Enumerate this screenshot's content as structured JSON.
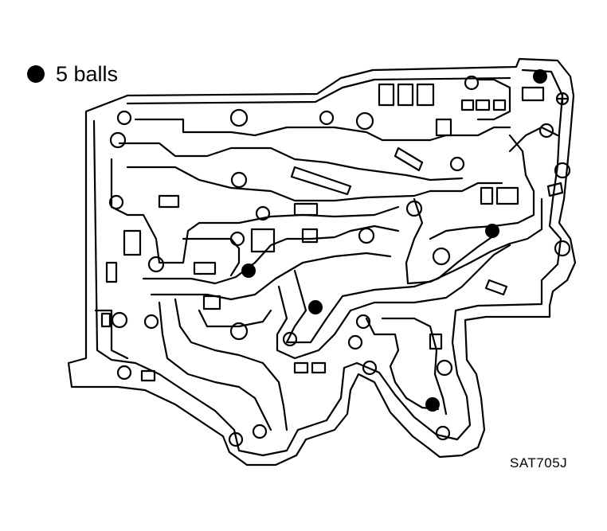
{
  "legend": {
    "text": "5 balls",
    "marker": "filled-circle"
  },
  "figure_code": "SAT705J",
  "ball_count": 5,
  "colors": {
    "ink": "#000000",
    "background": "#ffffff"
  }
}
